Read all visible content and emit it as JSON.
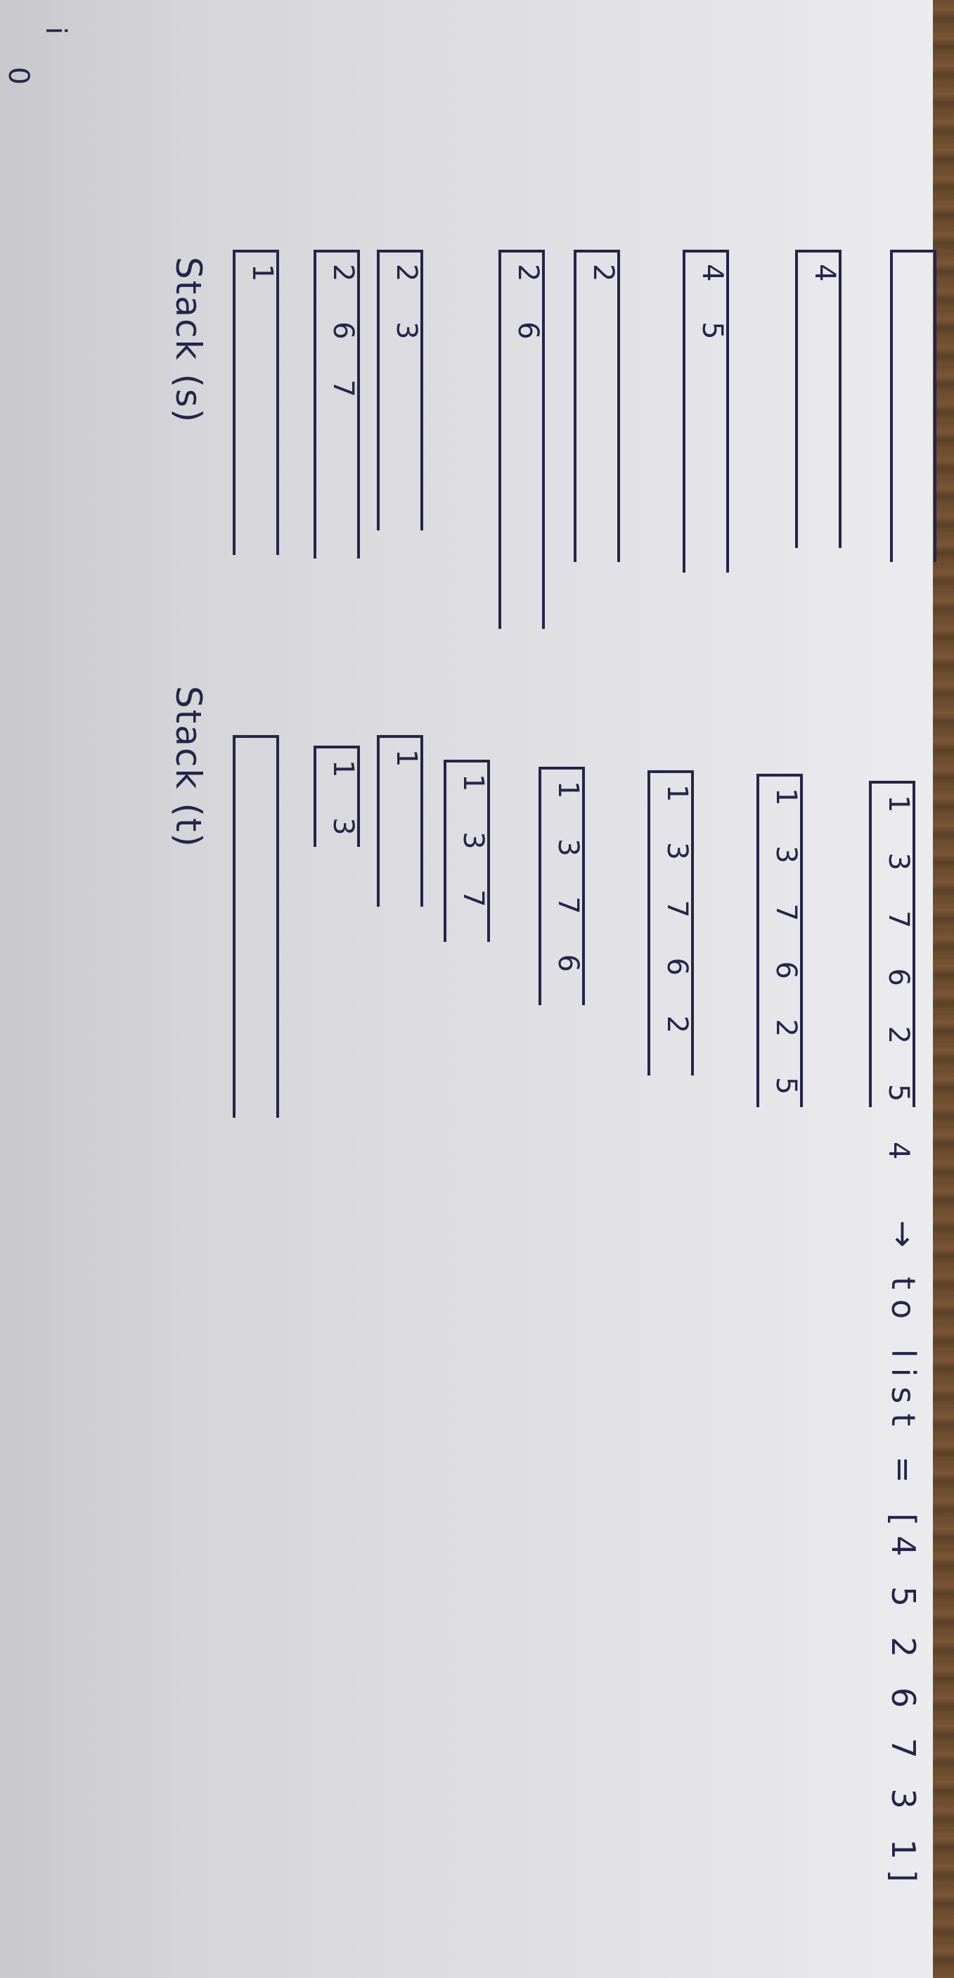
{
  "corner_marks": {
    "index_i": "i",
    "index_zero": "0"
  },
  "headers": {
    "stack_s": "Stack (s)",
    "stack_t": "Stack (t)"
  },
  "stack_s_states": [
    "1",
    "2 3",
    "2 6 7",
    "2 6",
    "2",
    "4 5",
    "4",
    ""
  ],
  "stack_t_states": [
    "",
    "1",
    "1 3",
    "1 3 7",
    "1 3 7 6",
    "1 3 7 6 2",
    "1 3 7 6 2 5",
    "1 3 7 6 2 5 4"
  ],
  "result": {
    "arrow": "→",
    "text": "to list = [4 5 2 6 7 3 1]"
  }
}
